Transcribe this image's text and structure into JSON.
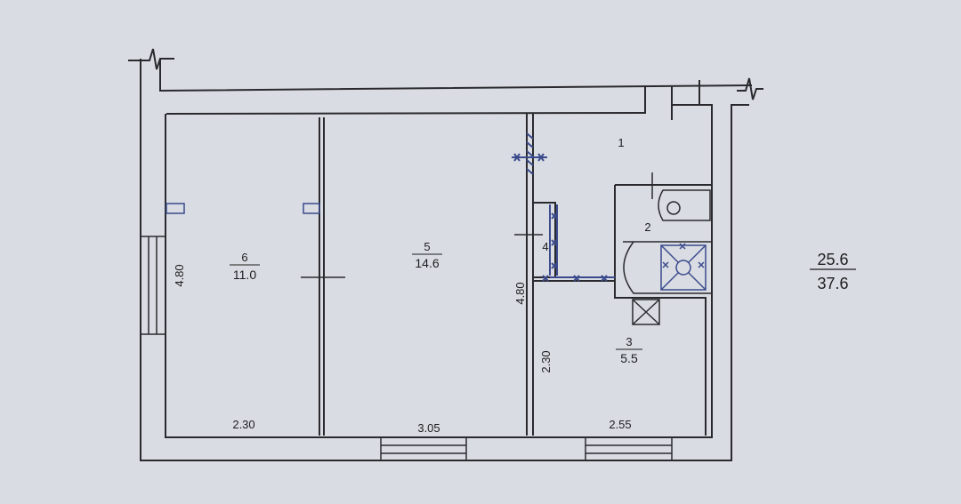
{
  "plan": {
    "rooms": [
      {
        "id": "6",
        "number": "6",
        "area": "11.0"
      },
      {
        "id": "5",
        "number": "5",
        "area": "14.6"
      },
      {
        "id": "1",
        "number": "1",
        "area": ""
      },
      {
        "id": "2",
        "number": "2",
        "area": ""
      },
      {
        "id": "3",
        "number": "3",
        "area": "5.5"
      },
      {
        "id": "4",
        "number": "4",
        "area": ""
      }
    ],
    "dimensions": {
      "room6_width": "2.30",
      "room5_width": "3.05",
      "room3_width": "2.55",
      "room6_depth": "4.80",
      "room5_depth": "4.80",
      "room3_depth": "2.30"
    },
    "totals": {
      "living_area": "25.6",
      "total_area": "37.6"
    }
  },
  "colors": {
    "background": "#d9dde3",
    "wall": "#2a2a2e",
    "fixture": "#3b4a8c"
  }
}
